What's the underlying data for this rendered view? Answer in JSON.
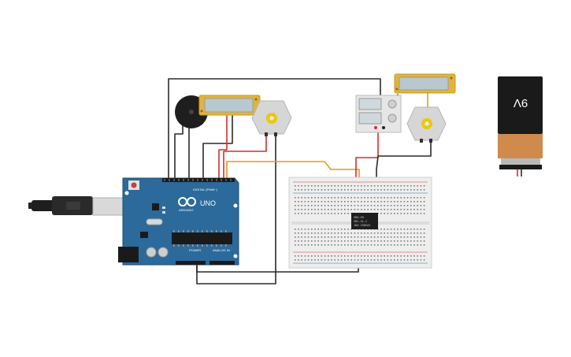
{
  "arduino": {
    "brand": "ARDUINO",
    "model": "UNO",
    "digital_label": "DIGITAL (PWM~)",
    "power_label": "POWER",
    "analog_label": "ANALOG IN"
  },
  "relay": {
    "line1": "SRD-05",
    "line2": "VDC-SL-C",
    "line3": "10A 250VAC"
  },
  "battery": {
    "label": "9V"
  },
  "colors": {
    "arduino_blue": "#2b6a9a",
    "wire_black": "#2a2a2a",
    "wire_red": "#d62c2c",
    "wire_orange": "#e8961e",
    "lcd_frame": "#e3b33a",
    "lcd_screen": "#b9c7cf",
    "battery_copper": "#d08a4b",
    "battery_black": "#1a1a1a"
  },
  "icons": [
    "usb-cable-icon",
    "buzzer-icon",
    "dc-motor-icon",
    "power-supply-icon",
    "lcd-display-icon",
    "breadboard-icon",
    "relay-icon",
    "battery-9v-icon"
  ]
}
